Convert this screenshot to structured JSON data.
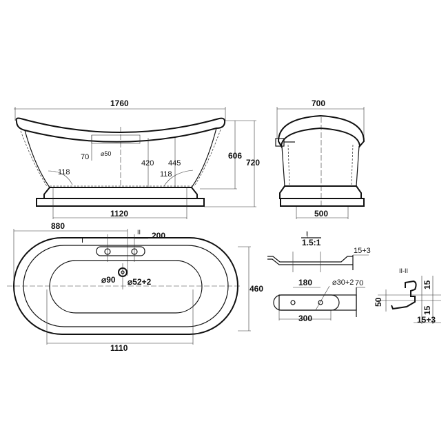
{
  "side_view": {
    "length": "1760",
    "base_length": "1120",
    "height_inner": "606",
    "height_total": "720",
    "depth_420": "420",
    "depth_445": "445",
    "radius_left": "118",
    "radius_right": "118",
    "overflow_offset": "70",
    "overflow_diameter": "⌀50"
  },
  "end_view": {
    "width": "700",
    "base_width": "500"
  },
  "top_view": {
    "offset_880": "880",
    "tap_spacing": "200",
    "width": "460",
    "inner_length": "1110",
    "drain_diameter": "⌀90",
    "hole_diameter": "⌀52+2",
    "section_mark_left": "I",
    "section_mark_right": "II"
  },
  "detail_view": {
    "scale_mark": "I",
    "scale": "1.5:1",
    "thickness": "15+3",
    "hole_spacing": "180",
    "hole_diameter": "⌀30+2",
    "edge": "70",
    "plate_length": "300"
  },
  "section_view": {
    "title": "II-II",
    "top": "15",
    "height": "50",
    "bottom": "15",
    "thickness": "15+3"
  }
}
